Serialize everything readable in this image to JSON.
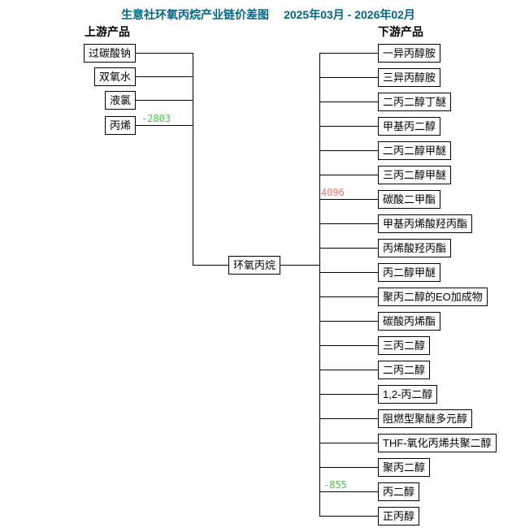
{
  "title": "生意社环氧丙烷产业链价差图",
  "date_range": "2025年03月 - 2026年02月",
  "upstream_header": "上游产品",
  "downstream_header": "下游产品",
  "center_node": {
    "label": "环氧丙烷"
  },
  "upstream": [
    {
      "label": "过碳酸钠"
    },
    {
      "label": "双氧水"
    },
    {
      "label": "液氯"
    },
    {
      "label": "丙烯",
      "value": "-2803",
      "value_sign": "negative"
    }
  ],
  "downstream": [
    {
      "label": "一异丙醇胺"
    },
    {
      "label": "三异丙醇胺"
    },
    {
      "label": "二丙二醇丁醚"
    },
    {
      "label": "甲基丙二醇"
    },
    {
      "label": "二丙二醇甲醚"
    },
    {
      "label": "三丙二醇甲醚"
    },
    {
      "label": "碳酸二甲酯",
      "value": "4096",
      "value_sign": "positive"
    },
    {
      "label": "甲基丙烯酸羟丙酯"
    },
    {
      "label": "丙烯酸羟丙酯"
    },
    {
      "label": "丙二醇甲醚"
    },
    {
      "label": "聚丙二醇的EO加成物"
    },
    {
      "label": "碳酸丙烯酯"
    },
    {
      "label": "三丙二醇"
    },
    {
      "label": "二丙二醇"
    },
    {
      "label": "1,2-丙二醇"
    },
    {
      "label": "阻燃型聚醚多元醇"
    },
    {
      "label": "THF-氧化丙烯共聚二醇"
    },
    {
      "label": "聚丙二醇"
    },
    {
      "label": "丙二醇",
      "value": "-855",
      "value_sign": "negative"
    },
    {
      "label": "正丙醇"
    }
  ],
  "colors": {
    "title": "#006688",
    "line": "#000000",
    "box_border": "#000000",
    "negative_value": "#4ec04e",
    "positive_value": "#f4756e",
    "background": "#ffffff"
  }
}
